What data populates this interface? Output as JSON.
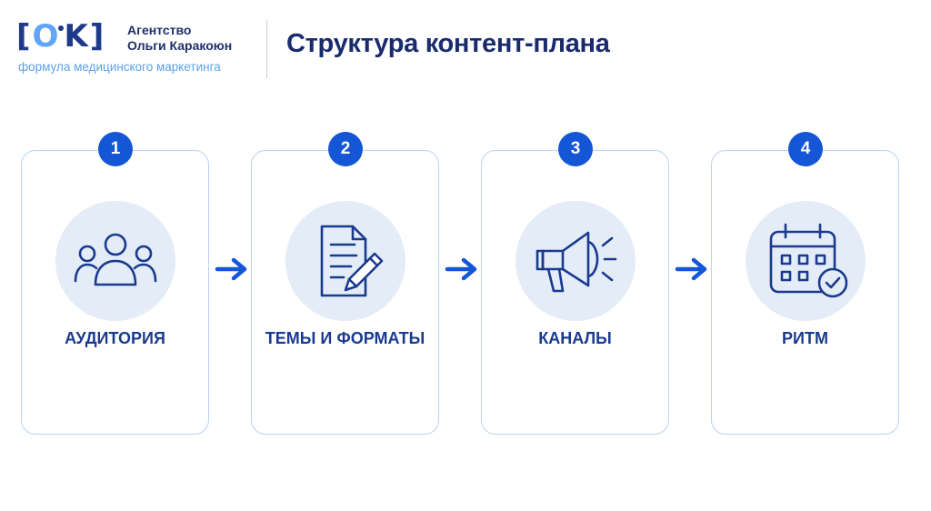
{
  "header": {
    "logo_mark": "[O·K]",
    "agency_line1": "Агентство",
    "agency_line2": "Ольги Каракоюн",
    "tagline": "формула медицинского маркетинга",
    "title": "Структура контент-плана"
  },
  "steps": [
    {
      "number": "1",
      "label": "АУДИТОРИЯ",
      "icon": "users-group-icon"
    },
    {
      "number": "2",
      "label": "ТЕМЫ И ФОРМАТЫ",
      "icon": "document-pen-icon"
    },
    {
      "number": "3",
      "label": "КАНАЛЫ",
      "icon": "megaphone-icon"
    },
    {
      "number": "4",
      "label": "РИТМ",
      "icon": "calendar-check-icon"
    }
  ],
  "colors": {
    "primary": "#1456d6",
    "dark_text": "#1a2b6d",
    "card_border": "#b9d3f3",
    "icon_bg": "#e3ecf7",
    "tagline": "#5aa2ea"
  }
}
